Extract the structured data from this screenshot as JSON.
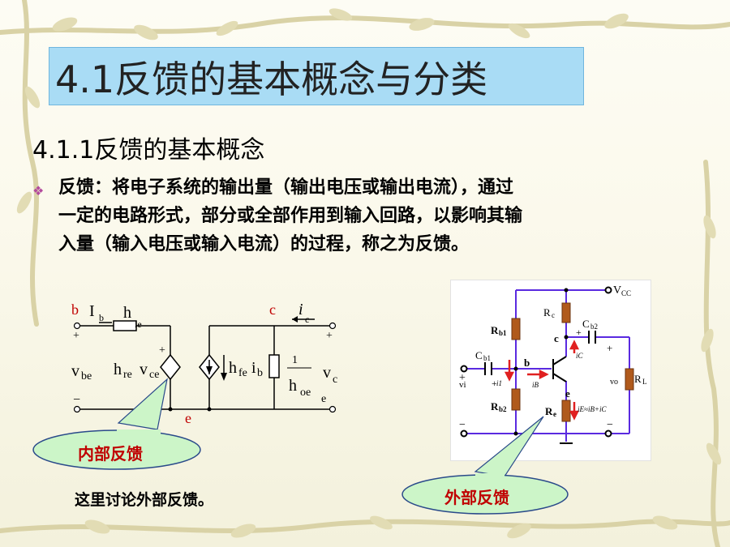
{
  "slide": {
    "title": "4.1反馈的基本概念与分类",
    "subtitle": "4.1.1反馈的基本概念",
    "bullet_symbol": "❖",
    "paragraph_lines": [
      "反馈：将电子系统的输出量（输出电压或输出电流），通过",
      "一定的电路形式，部分或全部作用到输入回路，以影响其输",
      "入量（输入电压或输入电流）的过程，称之为反馈。"
    ],
    "note": "这里讨论外部反馈。"
  },
  "hparam_circuit": {
    "node_b": "b",
    "node_c": "c",
    "node_e": "e",
    "ib_label": "I",
    "ib_sub": "b",
    "hie_main": "h",
    "hie_sub": "ie",
    "ic_label": "i",
    "ic_sub": "c",
    "vbe_main": "v",
    "vbe_sub": "be",
    "hrevce_h": "h",
    "hrevce_re": "re",
    "hrevce_v": "v",
    "hrevce_ce": "ce",
    "hfeib_h": "h",
    "hfeib_fe": "fe",
    "hfeib_i": "i",
    "hfeib_b": "b",
    "hoe_one": "1",
    "hoe_h": "h",
    "hoe_sub": "oe",
    "vc_main": "v",
    "vc_sub": "c",
    "e_sub": "e",
    "plus": "+",
    "minus": "−",
    "callout_internal": "内部反馈"
  },
  "amp_circuit": {
    "vcc": "V",
    "vcc_sub": "CC",
    "rc": "R",
    "rc_sub": "c",
    "rb1": "R",
    "rb1_sub": "b1",
    "rb2": "R",
    "rb2_sub": "b2",
    "cb1": "C",
    "cb1_sub": "b1",
    "cb2": "C",
    "cb2_sub": "b2",
    "rl": "R",
    "rl_sub": "L",
    "re": "R",
    "re_sub": "e",
    "node_b": "b",
    "node_c": "c",
    "node_e": "e",
    "i1": "i1",
    "ib": "iB",
    "ic": "iC",
    "ie_eq": "iE≈iB+iC",
    "vi": "vi",
    "vo": "vo",
    "plus": "+",
    "minus": "−",
    "callout_external": "外部反馈"
  },
  "colors": {
    "title_bg": "#a9dcf5",
    "label_red": "#c00000",
    "wire_blue": "#5a2ae0",
    "callout_fill": "#ccf5c8",
    "resistor_fill": "#b05a1c",
    "arrow_red": "#e02020"
  }
}
